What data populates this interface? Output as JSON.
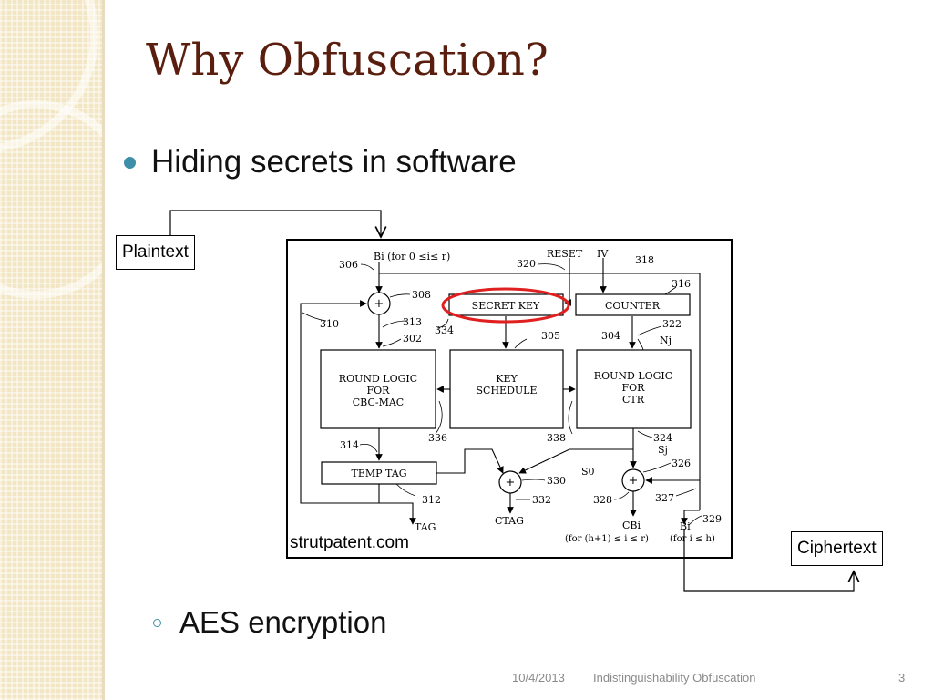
{
  "slide": {
    "title": "Why Obfuscation?",
    "bullet_main": "Hiding secrets in software",
    "bullet_sub": "AES encryption",
    "plaintext_label": "Plaintext",
    "ciphertext_label": "Ciphertext",
    "source_label": "strutpatent.com"
  },
  "diagram": {
    "blocks": {
      "secret_key": "SECRET KEY",
      "counter": "COUNTER",
      "round_cbc": [
        "ROUND LOGIC",
        "FOR",
        "CBC-MAC"
      ],
      "key_schedule": [
        "KEY",
        "SCHEDULE"
      ],
      "round_ctr": [
        "ROUND LOGIC",
        "FOR",
        "CTR"
      ],
      "temp_tag": "TEMP TAG"
    },
    "signals": {
      "bi_in": "Bi (for 0 ≤i≤ r)",
      "reset": "RESET",
      "iv": "IV",
      "nj": "Nj",
      "sj": "Sj",
      "s0": "S0",
      "ctag": "CTAG",
      "tag": "TAG",
      "cbi": "CBi",
      "cbi_range": "(for (h+1) ≤ i ≤ r)",
      "bi_out": "Bi",
      "bi_out_range": "(for i ≤ h)",
      "plus": "+"
    },
    "refs": {
      "r306": "306",
      "r320": "320",
      "r318": "318",
      "r308": "308",
      "r316": "316",
      "r310": "310",
      "r313": "313",
      "r334": "334",
      "r322": "322",
      "r302": "302",
      "r305": "305",
      "r304": "304",
      "r336": "336",
      "r338": "338",
      "r324": "324",
      "r314": "314",
      "r326": "326",
      "r330": "330",
      "r312": "312",
      "r332": "332",
      "r328": "328",
      "r327": "327",
      "r329": "329"
    }
  },
  "highlight": {
    "color": "#e02020"
  },
  "footer": {
    "date": "10/4/2013",
    "title": "Indistinguishability Obfuscation",
    "page": "3"
  },
  "colors": {
    "title": "#5a1e0e",
    "bullet": "#3c8fa7",
    "footer": "#8a8a8a",
    "side_panel": "#f2e6c4"
  }
}
